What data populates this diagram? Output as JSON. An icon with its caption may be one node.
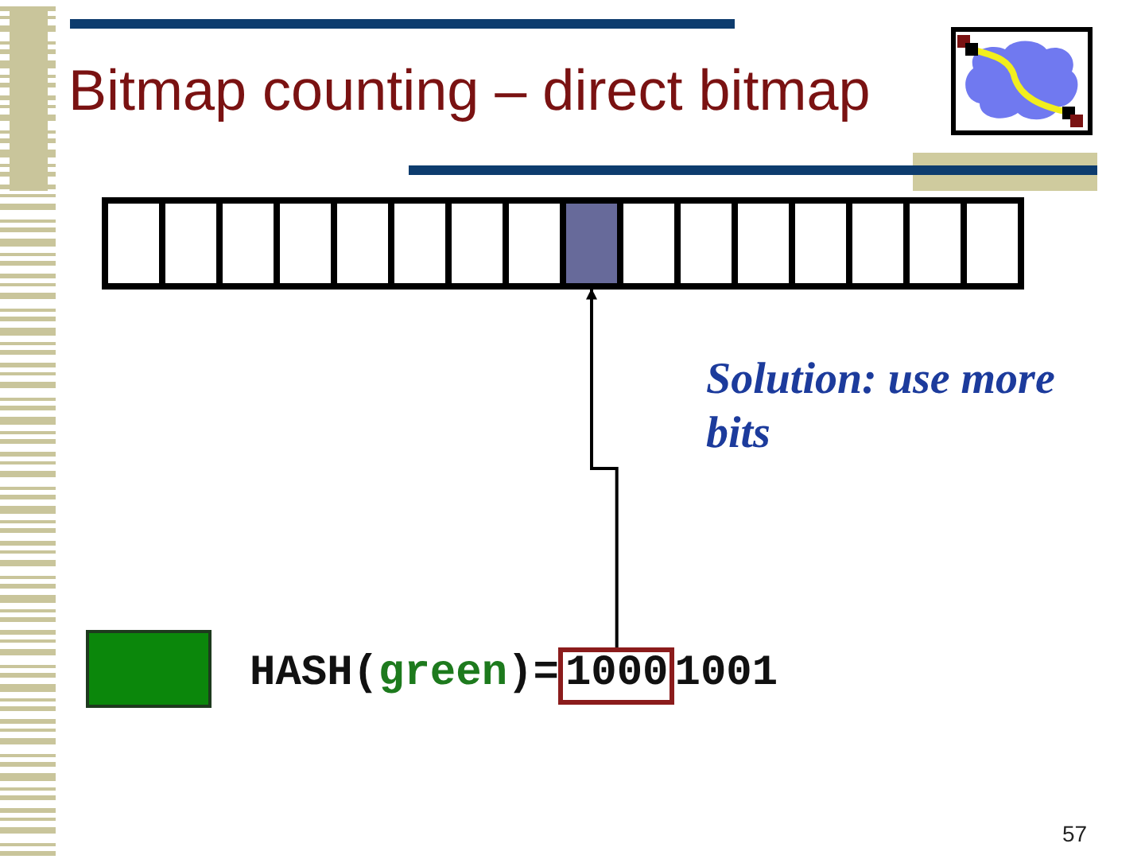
{
  "diagram": {
    "title": "Bitmap counting – direct bitmap",
    "nodes": [
      {
        "text": [],
        "shape": "box"
      },
      {
        "text": [],
        "shape": "box"
      },
      {
        "text": [],
        "shape": "box"
      },
      {
        "text": [],
        "shape": "box"
      },
      {
        "text": [],
        "shape": "box"
      },
      {
        "text": [],
        "shape": "box"
      },
      {
        "text": [],
        "shape": "box"
      },
      {
        "text": [],
        "shape": "box"
      },
      {
        "text": [],
        "shape": "box"
      },
      {
        "text": [],
        "shape": "box"
      },
      {
        "text": [],
        "shape": "box"
      },
      {
        "text": [],
        "shape": "box"
      },
      {
        "text": [],
        "shape": "box"
      },
      {
        "text": [],
        "shape": "box"
      },
      {
        "text": [],
        "shape": "box"
      },
      {
        "text": [],
        "shape": "box"
      },
      {
        "text": [],
        "shape": "box"
      },
      {
        "text": [
          "1000"
        ]
      }
    ],
    "edges": [
      {
        "from": 17,
        "to": 8,
        "arrow": "to"
      }
    ],
    "labels": [
      "Solution: use more bits",
      "HASH(green)=",
      "1001",
      "57"
    ]
  }
}
